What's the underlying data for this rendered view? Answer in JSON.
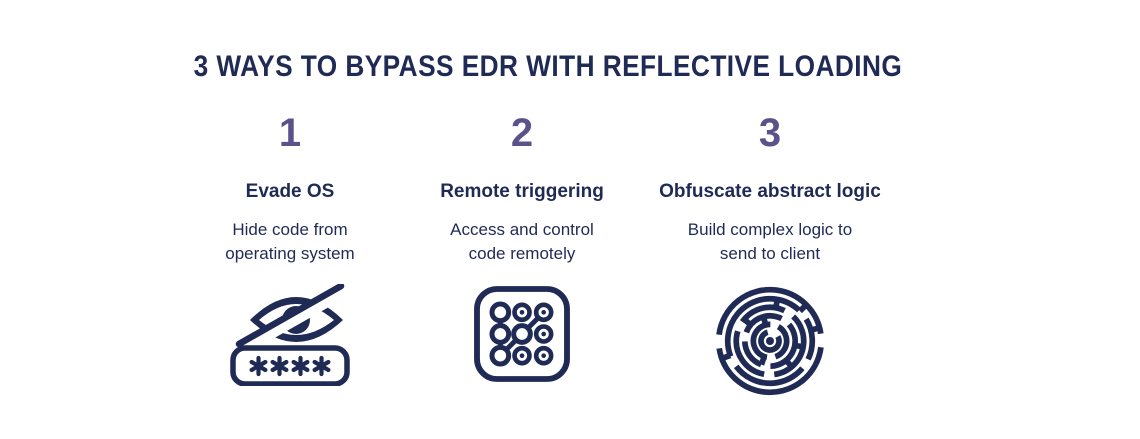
{
  "title": "3 WAYS TO BYPASS EDR WITH REFLECTIVE LOADING",
  "colors": {
    "navy": "#1f2a55",
    "purple": "#5a5289",
    "bg": "#ffffff"
  },
  "columns": [
    {
      "number": "1",
      "heading": "Evade OS",
      "description_line1": "Hide code from",
      "description_line2": "operating system",
      "icon": "hidden-password-icon"
    },
    {
      "number": "2",
      "heading": "Remote triggering",
      "description_line1": "Access and control",
      "description_line2": "code remotely",
      "icon": "pattern-lock-icon"
    },
    {
      "number": "3",
      "heading": "Obfuscate abstract logic",
      "description_line1": "Build complex logic to",
      "description_line2": "send to client",
      "icon": "maze-icon"
    }
  ]
}
